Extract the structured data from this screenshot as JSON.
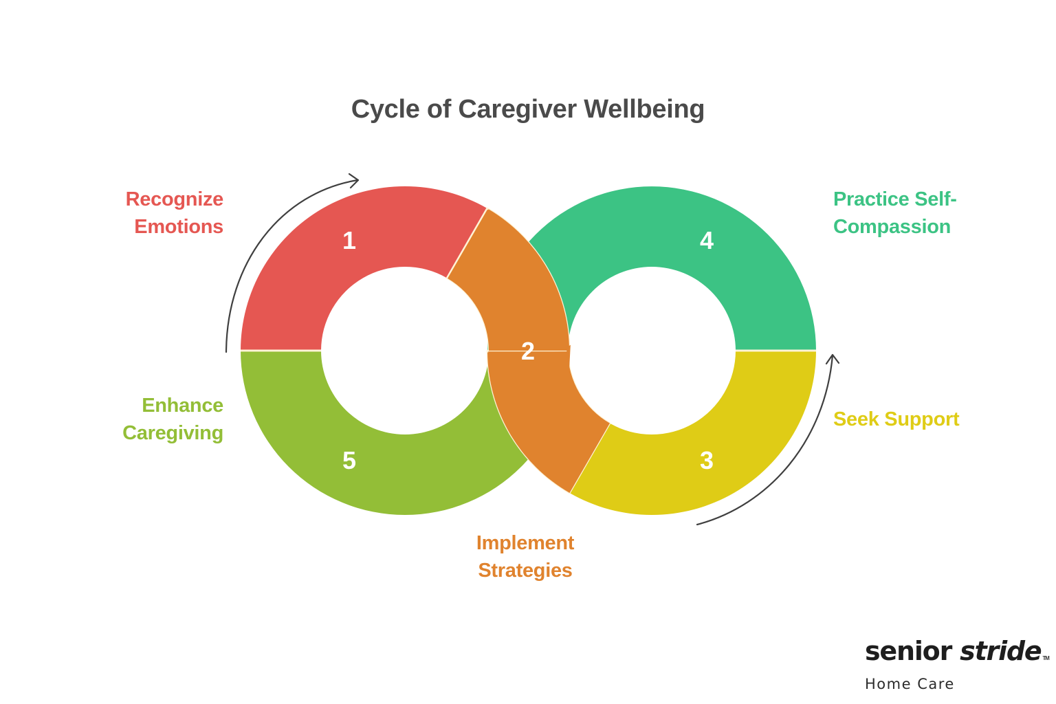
{
  "title": "Cycle of Caregiver Wellbeing",
  "steps": [
    {
      "number": "1",
      "label_line1": "Recognize",
      "label_line2": "Emotions",
      "color": "#E55752"
    },
    {
      "number": "2",
      "label_line1": "Implement",
      "label_line2": "Strategies",
      "color": "#E0832E"
    },
    {
      "number": "3",
      "label_line1": "Seek Support",
      "label_line2": "",
      "color": "#DFCC16"
    },
    {
      "number": "4",
      "label_line1": "Practice Self-",
      "label_line2": "Compassion",
      "color": "#3CC384"
    },
    {
      "number": "5",
      "label_line1": "Enhance",
      "label_line2": "Caregiving",
      "color": "#93BE37"
    }
  ],
  "arrow_color": "#3f3f3f",
  "separator_color": "#FFF3D6",
  "logo": {
    "brand_part1": "senior ",
    "brand_part2": "stride",
    "trademark": "TM",
    "subtitle": "Home Care"
  }
}
